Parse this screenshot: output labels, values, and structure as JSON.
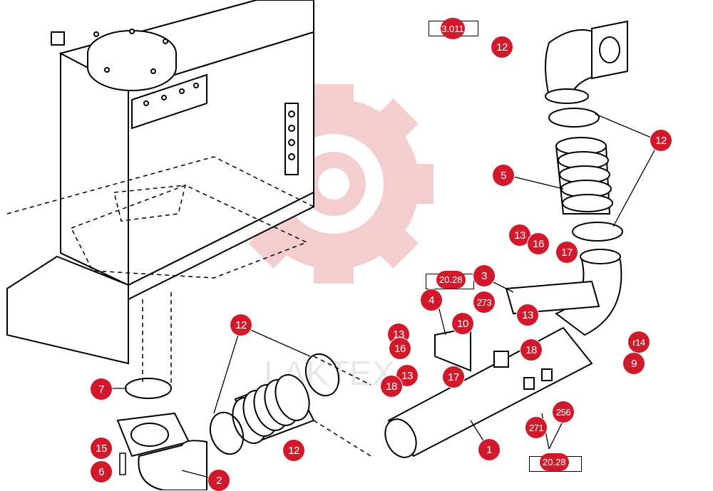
{
  "diagram": {
    "refs": {
      "r_3011": "3.011",
      "r_2028a": "20.28",
      "r_2028b": "20.28"
    },
    "labels": {
      "l12_top": "12",
      "l12_right": "12",
      "l5": "5",
      "l13_a": "13",
      "l16_a": "16",
      "l17_a": "17",
      "l3": "3",
      "l4": "4",
      "l273": "273",
      "l10": "10",
      "l13_b": "13",
      "l13_c": "13",
      "l16_b": "16",
      "l18_a": "18",
      "l14": "r14",
      "l9": "9",
      "l13_d": "13",
      "l18_b": "18",
      "l17_b": "17",
      "l12_left": "12",
      "l7": "7",
      "l12_bottom": "12",
      "l15": "15",
      "l6": "6",
      "l2": "2",
      "l1": "1",
      "l271": "271",
      "l256": "256"
    },
    "watermark_text": "LAKTEX",
    "colors": {
      "callout": "#d0192b",
      "watermark": "#f3c6c6"
    }
  }
}
